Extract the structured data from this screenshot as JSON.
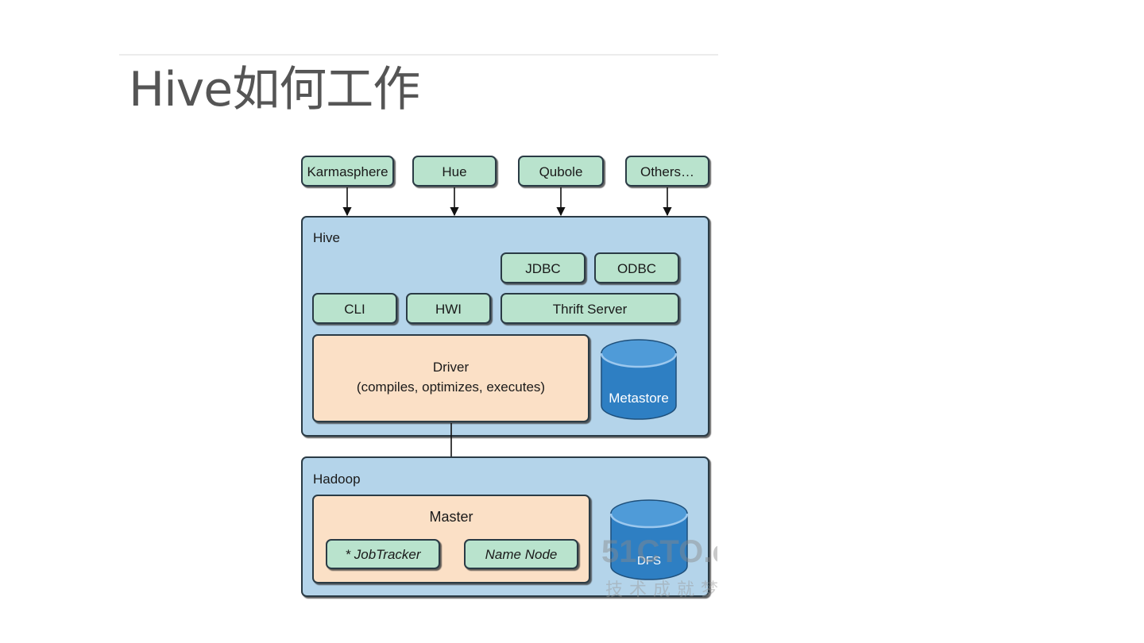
{
  "title": "Hive如何工作",
  "clients": [
    "Karmasphere",
    "Hue",
    "Qubole",
    "Others…"
  ],
  "hive": {
    "label": "Hive",
    "jdbc": "JDBC",
    "odbc": "ODBC",
    "cli": "CLI",
    "hwi": "HWI",
    "thrift": "Thrift Server",
    "driver_line1": "Driver",
    "driver_line2": "(compiles, optimizes, executes)",
    "metastore": "Metastore"
  },
  "hadoop": {
    "label": "Hadoop",
    "master": "Master",
    "jobtracker": "* JobTracker",
    "namenode": "Name Node",
    "dfs": "DFS"
  },
  "watermark": {
    "logo": "51CTO.c",
    "slogan": "技术成就梦"
  },
  "colors": {
    "panel": "#b4d4ea",
    "green_box": "#b9e3cd",
    "driver": "#fbe0c6",
    "cylinder": "#2e7fc3",
    "border": "#2b3a44"
  }
}
